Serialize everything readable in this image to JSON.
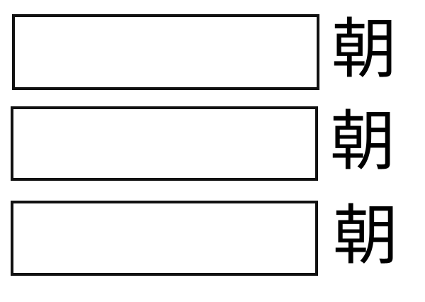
{
  "rows": [
    {
      "character": "朝"
    },
    {
      "character": "朝"
    },
    {
      "character": "朝"
    }
  ]
}
